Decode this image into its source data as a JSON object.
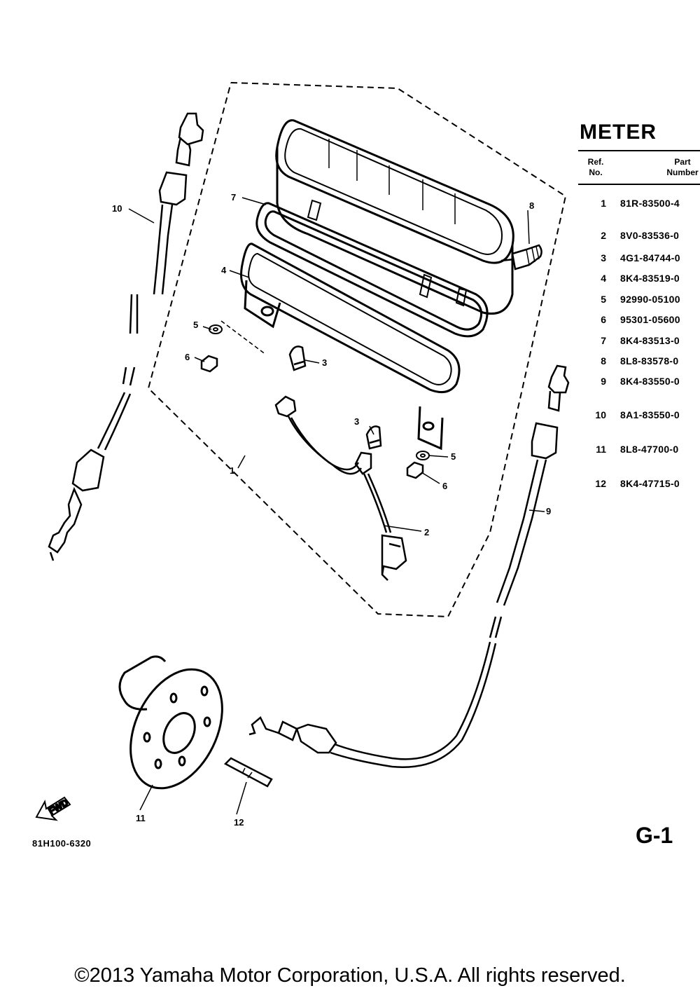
{
  "section": {
    "title": "METER",
    "page_id": "G-1",
    "illustration_code": "81H100-6320"
  },
  "table": {
    "headers": {
      "ref_line1": "Ref.",
      "ref_line2": "No.",
      "part_line1": "Part",
      "part_line2": "Number"
    },
    "rows": [
      {
        "ref": "1",
        "part": "81R-83500-4"
      },
      {
        "ref": "2",
        "part": "8V0-83536-0"
      },
      {
        "ref": "3",
        "part": "4G1-84744-0"
      },
      {
        "ref": "4",
        "part": "8K4-83519-0"
      },
      {
        "ref": "5",
        "part": "92990-05100"
      },
      {
        "ref": "6",
        "part": "95301-05600"
      },
      {
        "ref": "7",
        "part": "8K4-83513-0"
      },
      {
        "ref": "8",
        "part": "8L8-83578-0"
      },
      {
        "ref": "9",
        "part": "8K4-83550-0"
      },
      {
        "ref": "10",
        "part": "8A1-83550-0"
      },
      {
        "ref": "11",
        "part": "8L8-47700-0"
      },
      {
        "ref": "12",
        "part": "8K4-47715-0"
      }
    ]
  },
  "callouts": {
    "c1": "1",
    "c2": "2",
    "c3a": "3",
    "c3b": "3",
    "c4": "4",
    "c5a": "5",
    "c5b": "5",
    "c6a": "6",
    "c6b": "6",
    "c7": "7",
    "c8": "8",
    "c9": "9",
    "c10": "10",
    "c11": "11",
    "c12": "12"
  },
  "fwd_label": "FWD",
  "copyright": "©2013 Yamaha Motor Corporation, U.S.A. All rights reserved.",
  "icons": [
    "forward-arrow-icon"
  ]
}
